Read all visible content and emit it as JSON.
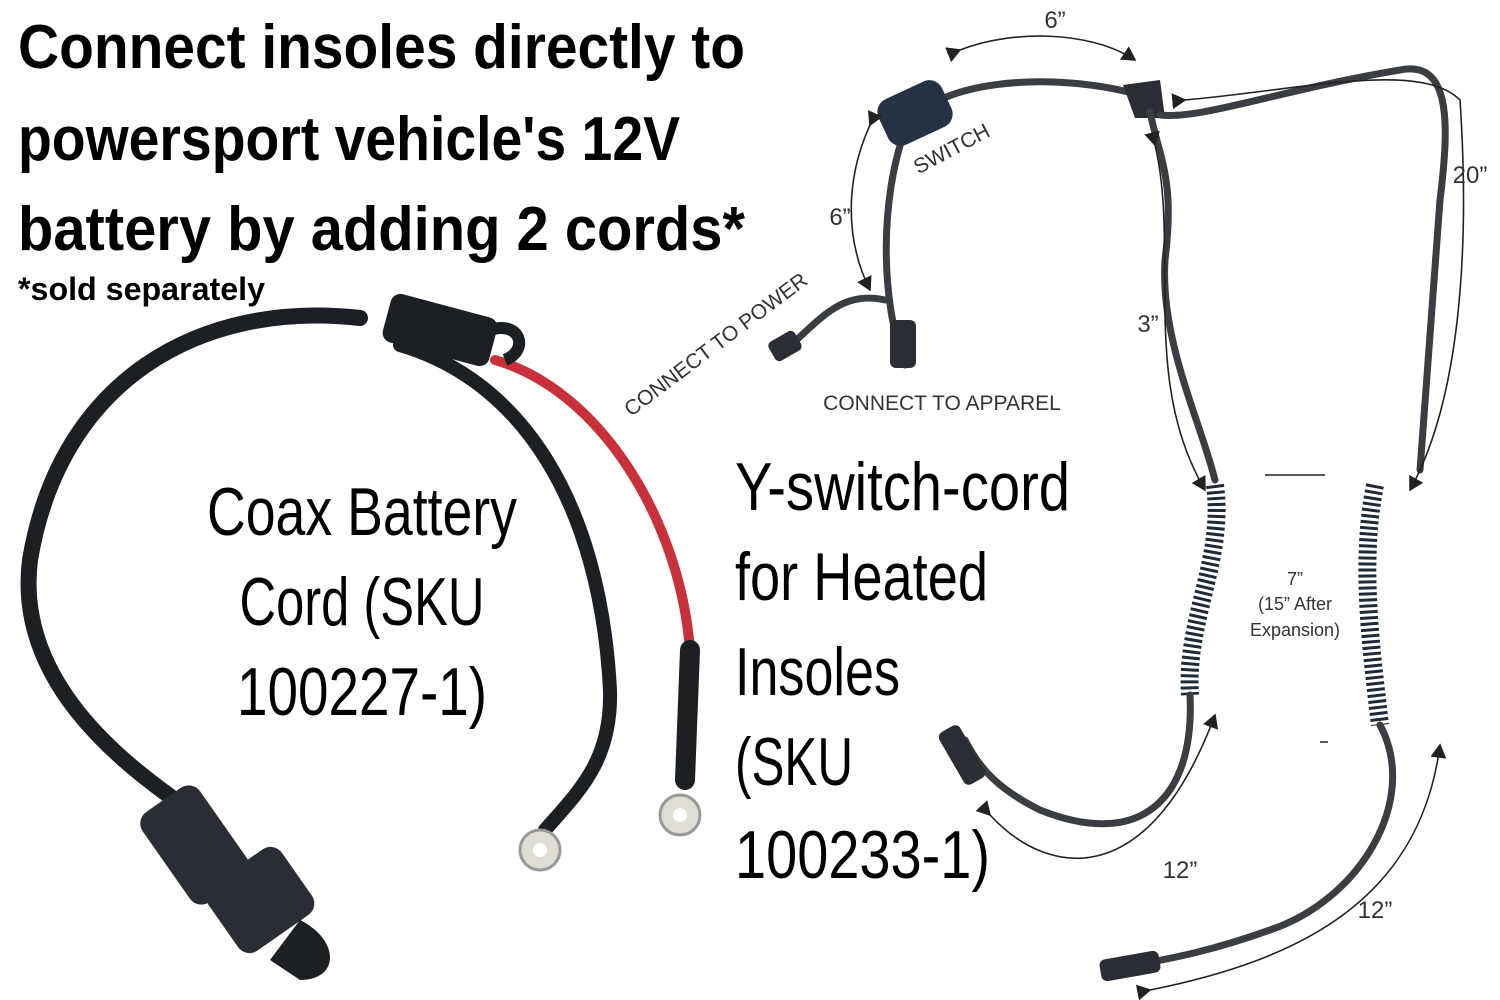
{
  "heading": {
    "line1": "Connect insoles directly to",
    "line2": "powersport vehicle's 12V",
    "line3": "battery by adding 2 cords*",
    "footnote": "*sold separately"
  },
  "coax_label": {
    "line1": "Coax Battery",
    "line2": "Cord (SKU",
    "line3": "100227-1)"
  },
  "yswitch_label": {
    "line1": "Y-switch-cord",
    "line2": "for Heated",
    "line3": "Insoles",
    "line4": "(SKU",
    "line5": "100233-1)"
  },
  "diagram": {
    "switch_label": "SWITCH",
    "connect_power": "CONNECT TO POWER",
    "connect_apparel": "CONNECT TO APPAREL",
    "len_top": "6”",
    "len_left": "6”",
    "len_right": "20”",
    "len_inner": "3”",
    "len_bottom_left": "12”",
    "len_bottom_right": "12”",
    "coil_line1": "7”",
    "coil_line2": "(15” After",
    "coil_line3": "Expansion)"
  },
  "colors": {
    "red_cord": "#c8313a",
    "black_cord": "#1c1f24"
  }
}
